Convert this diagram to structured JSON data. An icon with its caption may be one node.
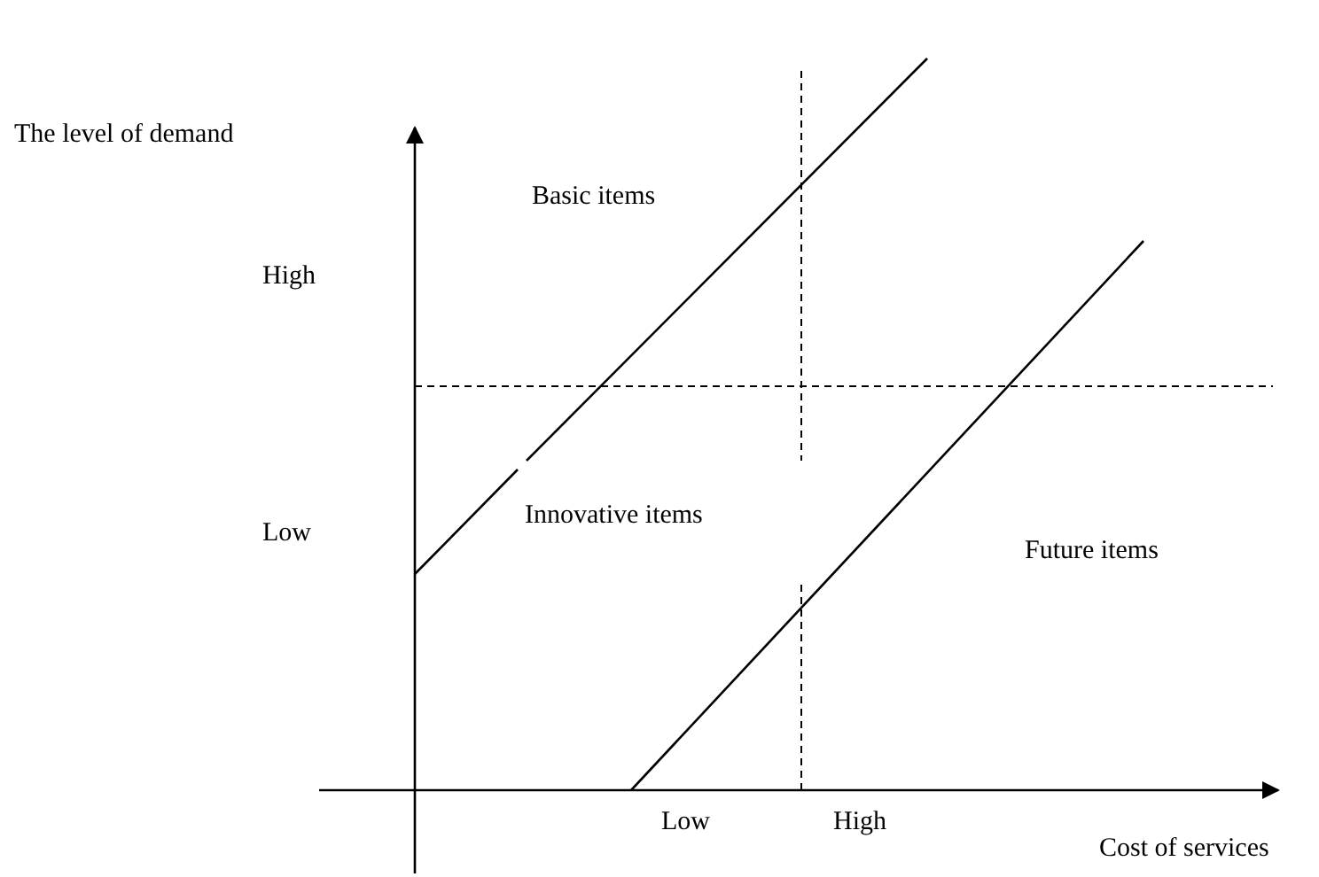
{
  "diagram": {
    "labels": [
      "The level of demand",
      "Basic items",
      "High",
      "Low",
      "Innovative items",
      "Future items",
      "Low",
      "High",
      "Cost of services"
    ]
  }
}
